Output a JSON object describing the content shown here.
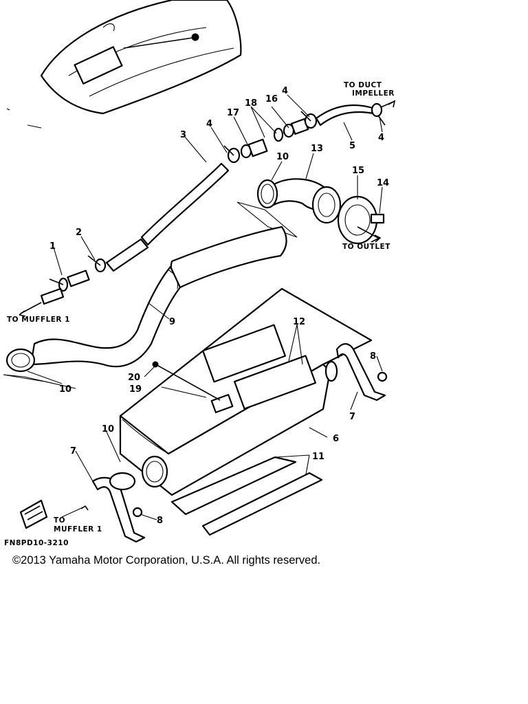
{
  "callouts": {
    "c1": "1",
    "c2": "2",
    "c3": "3",
    "c4a": "4",
    "c4b": "4",
    "c4c": "4",
    "c5": "5",
    "c6": "6",
    "c7a": "7",
    "c7b": "7",
    "c8a": "8",
    "c8b": "8",
    "c9": "9",
    "c10a": "10",
    "c10b": "10",
    "c10c": "10",
    "c11": "11",
    "c12": "12",
    "c13": "13",
    "c14": "14",
    "c15": "15",
    "c16": "16",
    "c17": "17",
    "c18": "18",
    "c19": "19",
    "c20": "20"
  },
  "annotations": {
    "to_duct_line1": "TO DUCT",
    "to_duct_line2": "IMPELLER",
    "to_outlet": "TO OUTLET",
    "to_muffler_top": "TO MUFFLER 1",
    "to_muffler_bottom_line1": "TO",
    "to_muffler_bottom_line2": "MUFFLER 1"
  },
  "figure_code": "FN8PD10-3210",
  "copyright": "©2013 Yamaha Motor Corporation, U.S.A. All rights reserved."
}
